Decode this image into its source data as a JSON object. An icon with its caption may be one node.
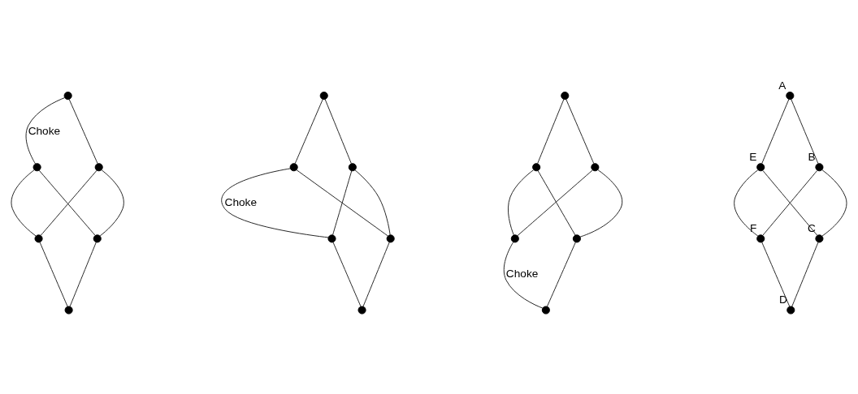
{
  "diagram": {
    "nodes": [
      {
        "text": [],
        "shape": "circle"
      },
      {
        "text": [],
        "shape": "circle"
      },
      {
        "text": [],
        "shape": "circle"
      },
      {
        "text": [],
        "shape": "circle"
      },
      {
        "text": [],
        "shape": "circle"
      },
      {
        "text": [],
        "shape": "circle"
      },
      {
        "text": [],
        "shape": "circle"
      },
      {
        "text": [],
        "shape": "circle"
      },
      {
        "text": [],
        "shape": "circle"
      },
      {
        "text": [],
        "shape": "circle"
      },
      {
        "text": [],
        "shape": "circle"
      },
      {
        "text": [],
        "shape": "circle"
      },
      {
        "text": [],
        "shape": "circle"
      },
      {
        "text": [],
        "shape": "circle"
      },
      {
        "text": [],
        "shape": "circle"
      },
      {
        "text": [],
        "shape": "circle"
      },
      {
        "text": [],
        "shape": "circle"
      },
      {
        "text": [],
        "shape": "circle"
      },
      {
        "text": [],
        "shape": "circle",
        "beside": [
          "A"
        ]
      },
      {
        "text": [],
        "shape": "circle",
        "beside": [
          "E"
        ]
      },
      {
        "text": [],
        "shape": "circle",
        "beside": [
          "B"
        ]
      },
      {
        "text": [],
        "shape": "circle",
        "beside": [
          "F"
        ]
      },
      {
        "text": [],
        "shape": "circle",
        "beside": [
          "C"
        ]
      },
      {
        "text": [],
        "shape": "circle",
        "beside": [
          "D"
        ]
      }
    ],
    "edges": [
      {
        "from": 0,
        "to": 1,
        "arrow": "none",
        "label": "Choke"
      },
      {
        "from": 0,
        "to": 2,
        "arrow": "none"
      },
      {
        "from": 1,
        "to": 3,
        "arrow": "none"
      },
      {
        "from": 1,
        "to": 4,
        "arrow": "none"
      },
      {
        "from": 2,
        "to": 3,
        "arrow": "none"
      },
      {
        "from": 2,
        "to": 4,
        "arrow": "none"
      },
      {
        "from": 3,
        "to": 5,
        "arrow": "none"
      },
      {
        "from": 4,
        "to": 5,
        "arrow": "none"
      },
      {
        "from": 6,
        "to": 7,
        "arrow": "none"
      },
      {
        "from": 6,
        "to": 8,
        "arrow": "none"
      },
      {
        "from": 7,
        "to": 9,
        "arrow": "none",
        "label": "Choke"
      },
      {
        "from": 7,
        "to": 10,
        "arrow": "none"
      },
      {
        "from": 8,
        "to": 9,
        "arrow": "none"
      },
      {
        "from": 8,
        "to": 10,
        "arrow": "none"
      },
      {
        "from": 9,
        "to": 11,
        "arrow": "none"
      },
      {
        "from": 10,
        "to": 11,
        "arrow": "none"
      },
      {
        "from": 12,
        "to": 13,
        "arrow": "none"
      },
      {
        "from": 12,
        "to": 14,
        "arrow": "none"
      },
      {
        "from": 13,
        "to": 15,
        "arrow": "none"
      },
      {
        "from": 13,
        "to": 16,
        "arrow": "none"
      },
      {
        "from": 14,
        "to": 15,
        "arrow": "none"
      },
      {
        "from": 14,
        "to": 16,
        "arrow": "none"
      },
      {
        "from": 15,
        "to": 17,
        "arrow": "none",
        "label": "Choke"
      },
      {
        "from": 16,
        "to": 17,
        "arrow": "none"
      },
      {
        "from": 18,
        "to": 19,
        "arrow": "none"
      },
      {
        "from": 18,
        "to": 20,
        "arrow": "none"
      },
      {
        "from": 19,
        "to": 21,
        "arrow": "none"
      },
      {
        "from": 19,
        "to": 22,
        "arrow": "none"
      },
      {
        "from": 20,
        "to": 21,
        "arrow": "none"
      },
      {
        "from": 20,
        "to": 22,
        "arrow": "none"
      },
      {
        "from": 21,
        "to": 23,
        "arrow": "none"
      },
      {
        "from": 22,
        "to": 23,
        "arrow": "none"
      }
    ]
  }
}
